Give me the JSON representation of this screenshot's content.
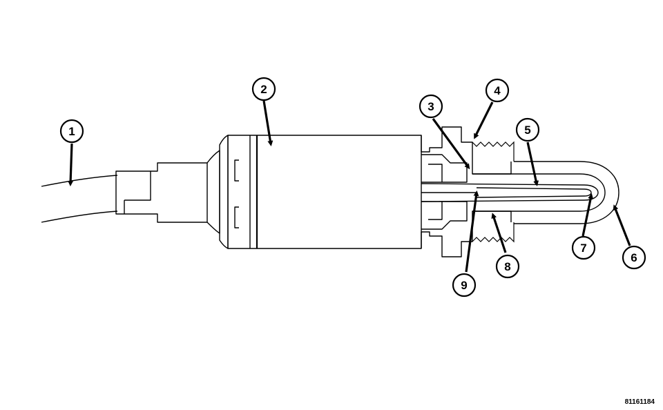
{
  "figure_id": "81161184",
  "callouts": [
    {
      "label": "1"
    },
    {
      "label": "2"
    },
    {
      "label": "3"
    },
    {
      "label": "4"
    },
    {
      "label": "5"
    },
    {
      "label": "6"
    },
    {
      "label": "7"
    },
    {
      "label": "8"
    },
    {
      "label": "9"
    }
  ]
}
